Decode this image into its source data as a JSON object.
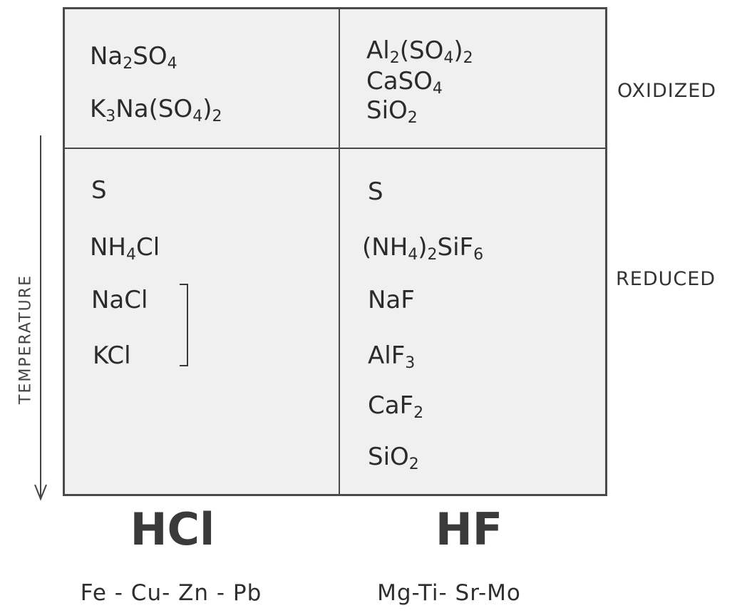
{
  "rows": {
    "oxidized": "OXIDIZED",
    "reduced": "REDUCED"
  },
  "axis": {
    "temperature": "TEMPERATURE"
  },
  "columns": {
    "hcl": {
      "label": "HCl",
      "metals": "Fe - Cu- Zn - Pb",
      "oxidized": [
        [
          [
            "Na",
            ""
          ],
          [
            "2",
            "sub"
          ],
          [
            "SO",
            ""
          ],
          [
            "4",
            "sub"
          ]
        ],
        [
          [
            "K",
            ""
          ],
          [
            "3",
            "sub"
          ],
          [
            "Na(SO",
            ""
          ],
          [
            "4",
            "sub"
          ],
          [
            ")",
            ""
          ],
          [
            "2",
            "sub"
          ]
        ]
      ],
      "reduced": [
        [
          [
            "S",
            ""
          ]
        ],
        [
          [
            "NH",
            ""
          ],
          [
            "4",
            "sub"
          ],
          [
            "Cl",
            ""
          ]
        ],
        [
          [
            "NaCl",
            ""
          ]
        ],
        [
          [
            "KCl",
            ""
          ]
        ]
      ]
    },
    "hf": {
      "label": "HF",
      "metals": "Mg-Ti- Sr-Mo",
      "oxidized": [
        [
          [
            "Al",
            ""
          ],
          [
            "2",
            "sub"
          ],
          [
            "(SO",
            ""
          ],
          [
            "4",
            "sub"
          ],
          [
            ")",
            ""
          ],
          [
            "2",
            "sub"
          ]
        ],
        [
          [
            "CaSO",
            ""
          ],
          [
            "4",
            "sub"
          ]
        ],
        [
          [
            "SiO",
            ""
          ],
          [
            "2",
            "sub"
          ]
        ]
      ],
      "reduced": [
        [
          [
            "S",
            ""
          ]
        ],
        [
          [
            "(NH",
            ""
          ],
          [
            "4",
            "sub"
          ],
          [
            ")",
            ""
          ],
          [
            "2",
            "sub"
          ],
          [
            "SiF",
            ""
          ],
          [
            "6",
            "sub"
          ]
        ],
        [
          [
            "NaF",
            ""
          ]
        ],
        [
          [
            "AlF",
            ""
          ],
          [
            "3",
            "sub"
          ]
        ],
        [
          [
            "CaF",
            ""
          ],
          [
            "2",
            "sub"
          ]
        ],
        [
          [
            "SiO",
            ""
          ],
          [
            "2",
            "sub"
          ]
        ]
      ]
    }
  }
}
